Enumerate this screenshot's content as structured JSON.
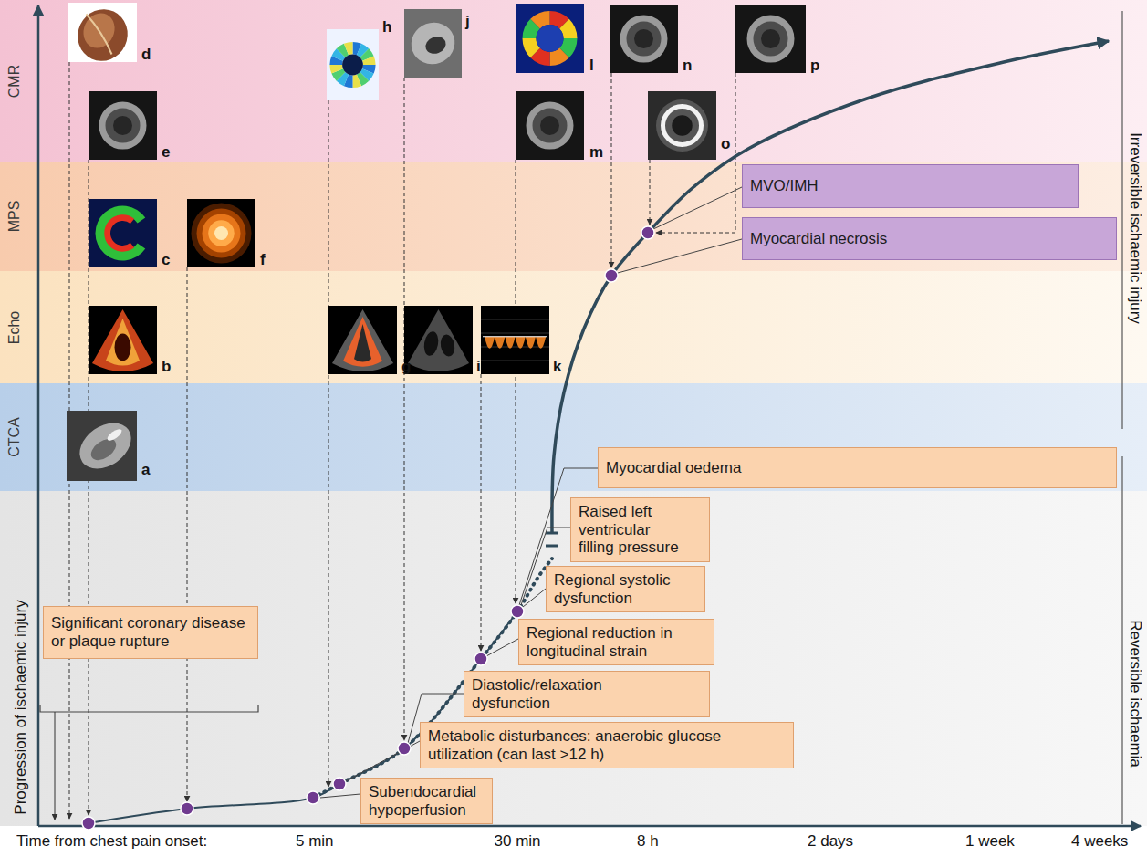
{
  "diagram": {
    "nodes": [
      {
        "text": [
          "CMR"
        ]
      },
      {
        "text": [
          "MPS"
        ]
      },
      {
        "text": [
          "Echo"
        ]
      },
      {
        "text": [
          "CTCA"
        ]
      },
      {
        "text": [
          "Significant coronary disease or plaque rupture"
        ]
      },
      {
        "text": [
          "Subendocardial hypoperfusion"
        ]
      },
      {
        "text": [
          "Metabolic disturbances: anaerobic glucose utilization (can last >12 h)"
        ]
      },
      {
        "text": [
          "Diastolic/relaxation dysfunction"
        ]
      },
      {
        "text": [
          "Regional reduction in longitudinal strain"
        ]
      },
      {
        "text": [
          "Regional systolic dysfunction"
        ]
      },
      {
        "text": [
          "Raised left ventricular filling pressure"
        ]
      },
      {
        "text": [
          "Myocardial oedema"
        ],
        "in": 3
      },
      {
        "text": [
          "MVO/IMH"
        ],
        "in": 1
      },
      {
        "text": [
          "Myocardial necrosis"
        ],
        "in": 1
      }
    ],
    "labels": [
      "a",
      "b",
      "c",
      "d",
      "e",
      "f",
      "g",
      "h",
      "i",
      "j",
      "k",
      "l",
      "m",
      "n",
      "o",
      "p",
      "Progression of ischaemic injury",
      "Irreversible ischaemic injury",
      "Reversible ischaemia",
      "Time from chest pain onset:",
      "5 min",
      "30 min",
      "8 h",
      "2 days",
      "1 week",
      "4 weeks"
    ]
  }
}
